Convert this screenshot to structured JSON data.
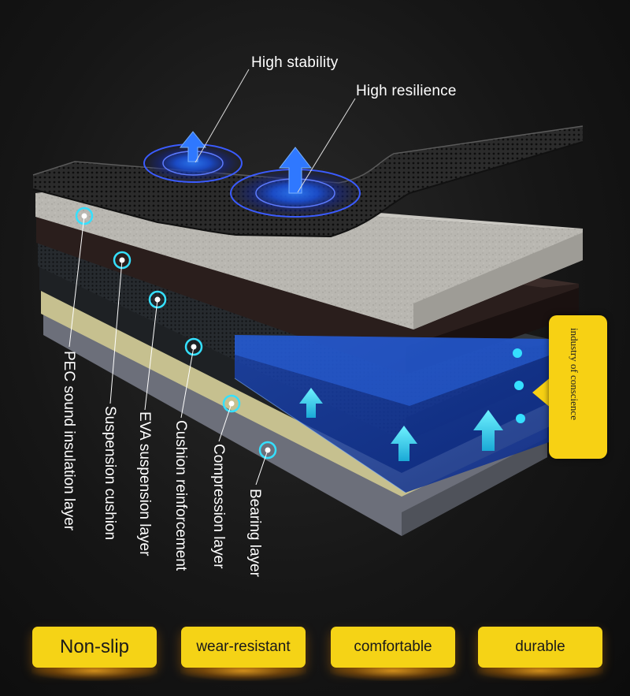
{
  "callouts": {
    "stability": "High stability",
    "resilience": "High resilience"
  },
  "layers": [
    "PEC sound insulation layer",
    "Suspension cushion",
    "EVA suspension layer",
    "Cushion reinforcement",
    "Compression layer",
    "Bearing layer"
  ],
  "side_tag": "industry of conscience",
  "features": [
    "Non-slip",
    "wear-resistant",
    "comfortable",
    "durable"
  ],
  "colors": {
    "accent_yellow": "#f5d316",
    "marker_cyan": "#35e0ff",
    "highlight_blue": "#1f5bd8",
    "background": "#161616"
  }
}
